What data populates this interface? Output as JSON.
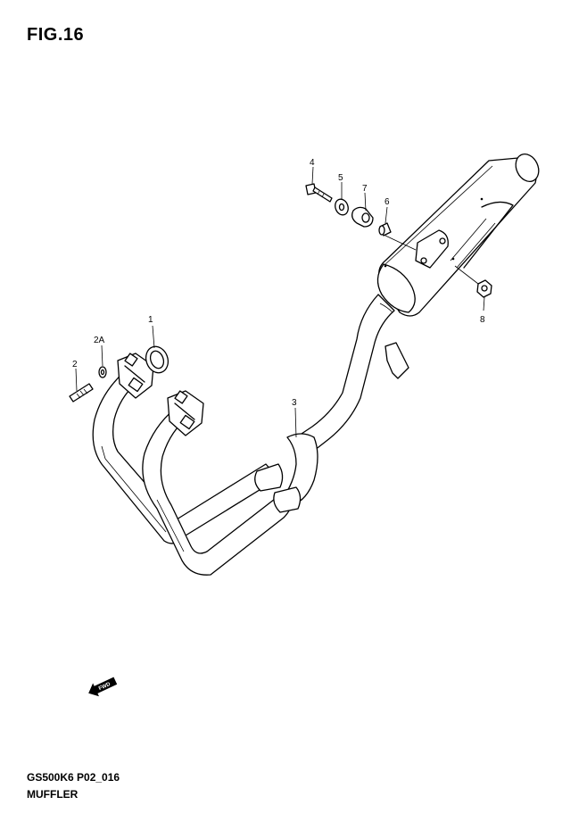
{
  "figure": {
    "title": "FIG.16",
    "code": "GS500K6 P02_016",
    "name": "MUFFLER"
  },
  "callouts": [
    "1",
    "2",
    "2A",
    "3",
    "4",
    "5",
    "6",
    "7",
    "8"
  ],
  "forward_badge": "FWD"
}
